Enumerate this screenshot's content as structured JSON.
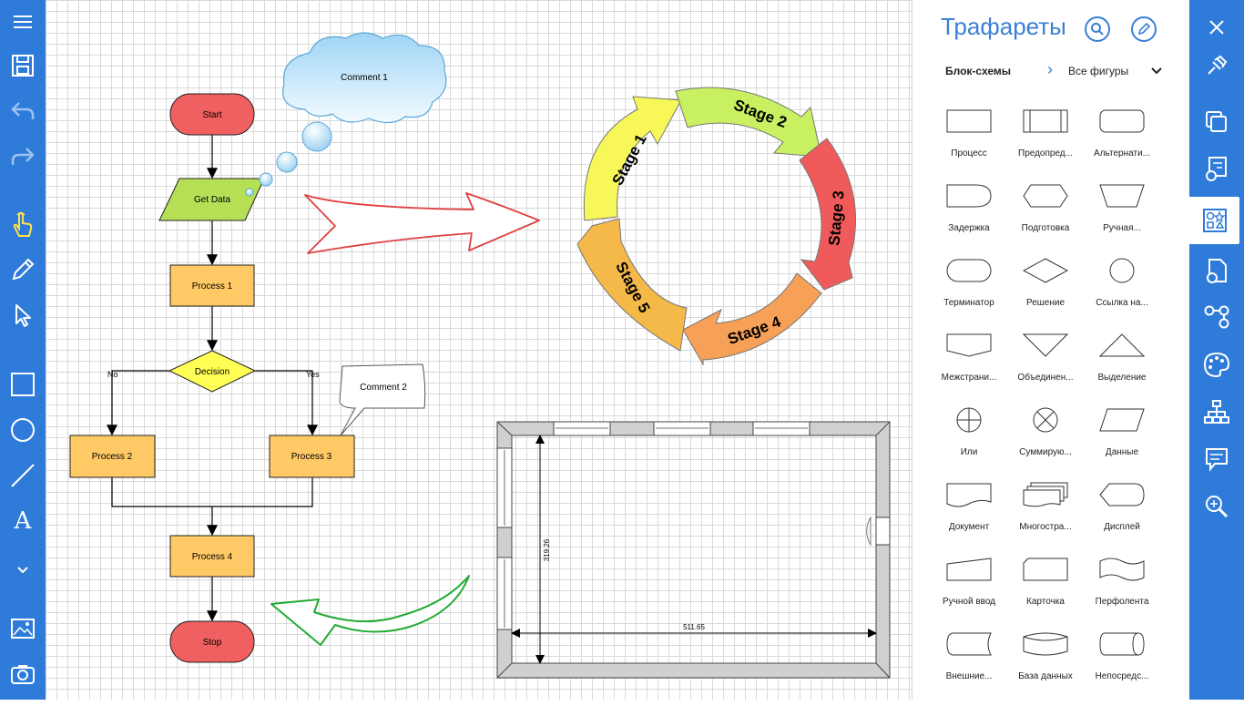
{
  "left_toolbar": {
    "icons": [
      "menu-icon",
      "save-icon",
      "undo-icon",
      "redo-icon",
      "touch-icon",
      "pen-icon",
      "pointer-icon",
      "rectangle-icon",
      "ellipse-icon",
      "line-icon",
      "text-icon",
      "chevron-down-icon",
      "image-icon",
      "camera-icon"
    ],
    "text_tool_glyph": "A"
  },
  "right_toolbar": {
    "icons": [
      "close-icon",
      "pin-icon",
      "layers-icon",
      "settings-list-icon",
      "stencils-icon",
      "page-settings-icon",
      "connections-icon",
      "palette-icon",
      "org-chart-icon",
      "comment-icon",
      "zoom-icon"
    ]
  },
  "stencil_panel": {
    "title": "Трафареты",
    "category": "Блок-схемы",
    "category_separator": "›",
    "filter": "Все фигуры",
    "shapes": [
      {
        "label": "Процесс",
        "icon": "process-shape"
      },
      {
        "label": "Предопред...",
        "icon": "predefined-process-shape"
      },
      {
        "label": "Альтернати...",
        "icon": "alternate-process-shape"
      },
      {
        "label": "Задержка",
        "icon": "delay-shape"
      },
      {
        "label": "Подготовка",
        "icon": "preparation-shape"
      },
      {
        "label": "Ручная...",
        "icon": "manual-operation-shape"
      },
      {
        "label": "Терминатор",
        "icon": "terminator-shape"
      },
      {
        "label": "Решение",
        "icon": "decision-shape"
      },
      {
        "label": "Ссылка на...",
        "icon": "connector-shape"
      },
      {
        "label": "Межстрани...",
        "icon": "off-page-connector-shape"
      },
      {
        "label": "Объединен...",
        "icon": "merge-shape"
      },
      {
        "label": "Выделение",
        "icon": "extract-shape"
      },
      {
        "label": "Или",
        "icon": "or-shape"
      },
      {
        "label": "Суммирую...",
        "icon": "summing-junction-shape"
      },
      {
        "label": "Данные",
        "icon": "data-shape"
      },
      {
        "label": "Документ",
        "icon": "document-shape"
      },
      {
        "label": "Многостра...",
        "icon": "multi-document-shape"
      },
      {
        "label": "Дисплей",
        "icon": "display-shape"
      },
      {
        "label": "Ручной ввод",
        "icon": "manual-input-shape"
      },
      {
        "label": "Карточка",
        "icon": "card-shape"
      },
      {
        "label": "Перфолента",
        "icon": "punched-tape-shape"
      },
      {
        "label": "Внешние...",
        "icon": "stored-data-shape"
      },
      {
        "label": "База данных",
        "icon": "database-shape"
      },
      {
        "label": "Непосредс...",
        "icon": "direct-data-shape"
      }
    ]
  },
  "flowchart": {
    "start": "Start",
    "get_data": "Get Data",
    "process1": "Process 1",
    "decision": "Decision",
    "no": "No",
    "yes": "Yes",
    "process2": "Process 2",
    "process3": "Process 3",
    "process4": "Process 4",
    "stop": "Stop",
    "comment1": "Comment 1",
    "comment2": "Comment 2"
  },
  "cycle": {
    "stages": [
      "Stage 1",
      "Stage 2",
      "Stage 3",
      "Stage 4",
      "Stage 5"
    ]
  },
  "floorplan": {
    "height_dim": "319.26",
    "width_dim": "511.65"
  },
  "colors": {
    "toolbar_blue": "#2f7bd9",
    "terminator_red": "#f06060",
    "process_orange": "#ffc966",
    "data_green": "#b5e055",
    "decision_yellow": "#ffff55"
  }
}
